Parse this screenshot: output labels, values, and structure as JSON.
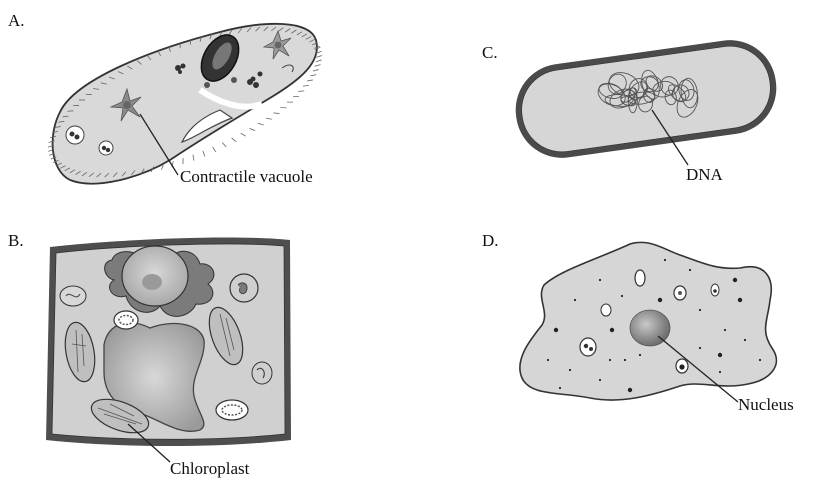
{
  "panels": {
    "a": {
      "letter": "A.",
      "label": "Contractile vacuole"
    },
    "b": {
      "letter": "B.",
      "label": "Chloroplast"
    },
    "c": {
      "letter": "C.",
      "label": "DNA"
    },
    "d": {
      "letter": "D.",
      "label": "Nucleus"
    }
  },
  "colors": {
    "cell_fill": "#d6d6d6",
    "wall_fill": "#5a5a5a",
    "outline": "#2a2a2a",
    "organelle_dark": "#7a7a7a",
    "vacuole_fill": "#a9a9a9"
  }
}
